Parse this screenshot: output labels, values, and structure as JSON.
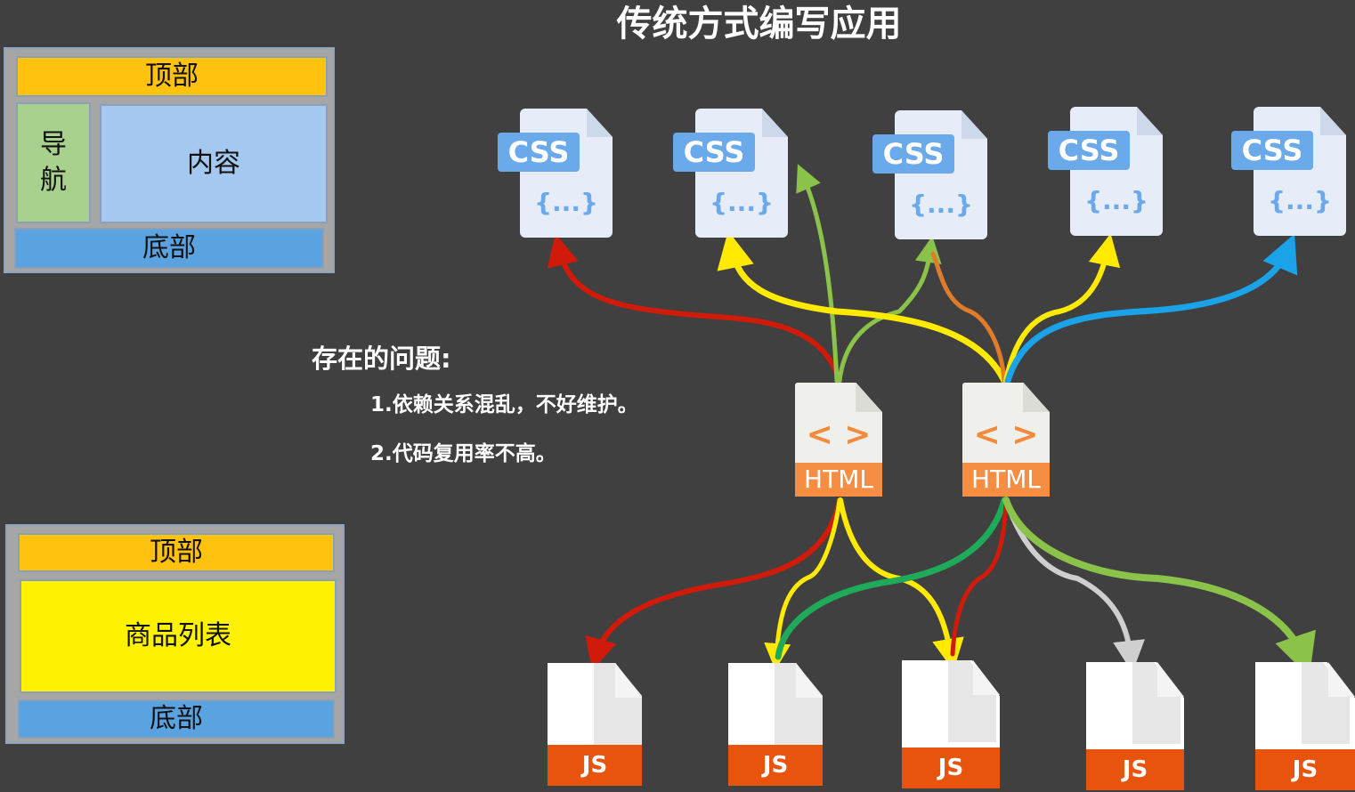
{
  "title": "传统方式编写应用",
  "layout_mock_1": {
    "top": "顶部",
    "nav": "导航",
    "content": "内容",
    "footer": "底部"
  },
  "layout_mock_2": {
    "top": "顶部",
    "list": "商品列表",
    "footer": "底部"
  },
  "problems": {
    "heading": "存在的问题:",
    "items": [
      "1.依赖关系混乱，不好维护。",
      "2.代码复用率不高。"
    ]
  },
  "css_files": [
    {
      "label": "CSS",
      "glyph": "{...}"
    },
    {
      "label": "CSS",
      "glyph": "{...}"
    },
    {
      "label": "CSS",
      "glyph": "{...}"
    },
    {
      "label": "CSS",
      "glyph": "{...}"
    },
    {
      "label": "CSS",
      "glyph": "{...}"
    }
  ],
  "html_files": [
    {
      "label": "HTML",
      "glyph": "<>"
    },
    {
      "label": "HTML",
      "glyph": "<>"
    }
  ],
  "js_files": [
    {
      "label": "JS"
    },
    {
      "label": "JS"
    },
    {
      "label": "JS"
    },
    {
      "label": "JS"
    },
    {
      "label": "JS"
    }
  ],
  "dependencies": [
    {
      "from": "html-1",
      "to": "css-1",
      "color": "#d01a0a"
    },
    {
      "from": "html-1",
      "to": "css-2-edge",
      "color": "#8bc34a"
    },
    {
      "from": "html-1",
      "to": "css-3",
      "color": "#8bc34a"
    },
    {
      "from": "html-2",
      "to": "css-2",
      "color": "#ffea00"
    },
    {
      "from": "html-2",
      "to": "css-3",
      "color": "#e07b2a"
    },
    {
      "from": "html-2",
      "to": "css-4",
      "color": "#ffea00"
    },
    {
      "from": "html-2",
      "to": "css-5",
      "color": "#1aa3e8"
    },
    {
      "from": "html-1",
      "to": "js-1",
      "color": "#d01a0a"
    },
    {
      "from": "html-1",
      "to": "js-2",
      "color": "#ffea00"
    },
    {
      "from": "html-1",
      "to": "js-3",
      "color": "#ffea00"
    },
    {
      "from": "html-2",
      "to": "js-2",
      "color": "#1faa5a"
    },
    {
      "from": "html-2",
      "to": "js-3",
      "color": "#d01a0a"
    },
    {
      "from": "html-2",
      "to": "js-4",
      "color": "#cfcfcf"
    },
    {
      "from": "html-2",
      "to": "js-5",
      "color": "#8bc34a"
    }
  ],
  "colors": {
    "background": "#404040",
    "top_bar": "#ffc20e",
    "nav": "#a9d18e",
    "content": "#a5c8f0",
    "footer": "#5ba3e0",
    "list": "#fff200",
    "css_accent": "#6aa9ea",
    "html_accent": "#f58d42",
    "js_accent": "#e8530e"
  }
}
